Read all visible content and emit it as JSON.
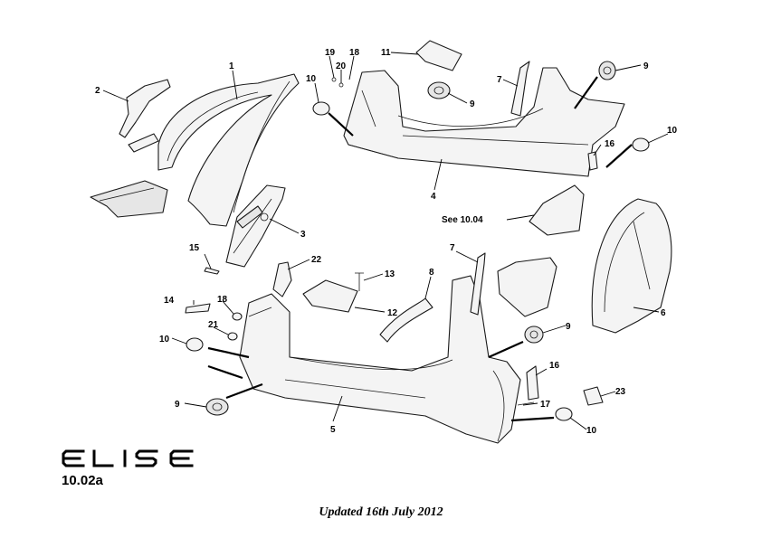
{
  "brand": {
    "logo_text": "ELISE"
  },
  "figure_ref": "10.02a",
  "updated_text": "Updated 16th July 2012",
  "callouts": {
    "c1": "1",
    "c2": "2",
    "c3": "3",
    "c4": "4",
    "c5": "5",
    "c6": "6",
    "c7a": "7",
    "c7b": "7",
    "c8": "8",
    "c9a": "9",
    "c9b": "9",
    "c9c": "9",
    "c9d": "9",
    "c10a": "10",
    "c10b": "10",
    "c10c": "10",
    "c10d": "10",
    "c11": "11",
    "c12": "12",
    "c13": "13",
    "c14": "14",
    "c15": "15",
    "c16a": "16",
    "c16b": "16",
    "c17": "17",
    "c18a": "18",
    "c18b": "18",
    "c19": "19",
    "c20": "20",
    "c21": "21",
    "c22": "22",
    "c23": "23",
    "see": "See 10.04"
  }
}
